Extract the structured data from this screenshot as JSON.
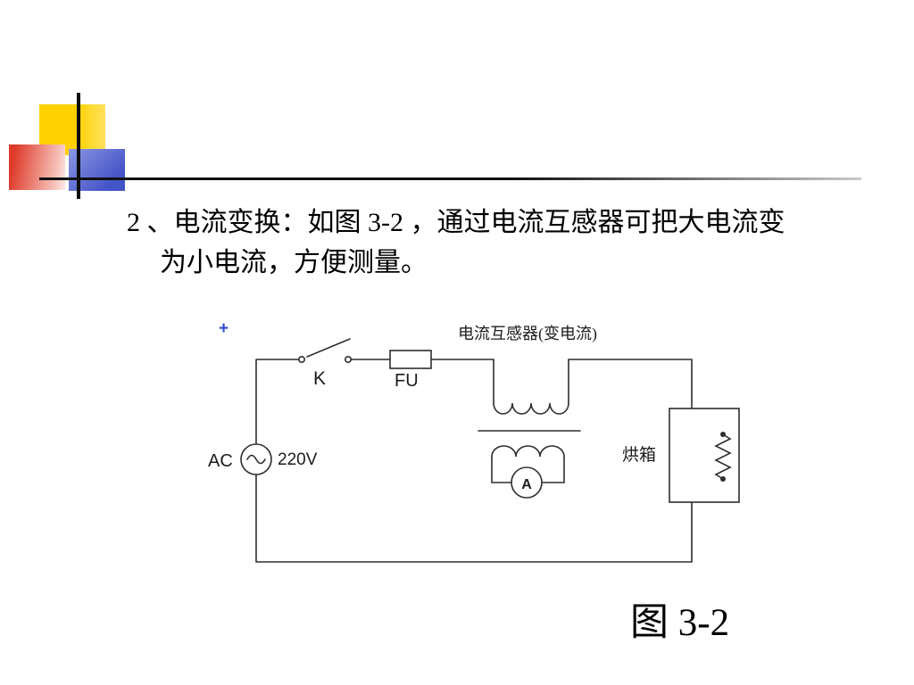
{
  "slide": {
    "title_line1": "2 、电流变换：如图 3-2 ，通过电流互感器可把大电流变",
    "title_line2": "为小电流，方便测量。",
    "figure_caption": "图 3-2"
  },
  "circuit": {
    "transformer_label": "电流互感器(变电流)",
    "switch_label": "K",
    "fuse_label": "FU",
    "source_label": "AC",
    "voltage_label": "220V",
    "ammeter_label": "A",
    "load_label": "烘箱",
    "anchor_marker": "+"
  },
  "colors": {
    "line": "#2e2e2e",
    "text": "#000000",
    "accent_yellow": "#ffd100",
    "accent_red": "#de3a2a",
    "accent_red_fade": "#f6beb5",
    "accent_blue": "#4353c8",
    "accent_blue_light": "#8d97e2",
    "marker_blue": "#2f4bd7",
    "rule_dark": "#101010",
    "rule_fade": "#c9c9c9"
  }
}
